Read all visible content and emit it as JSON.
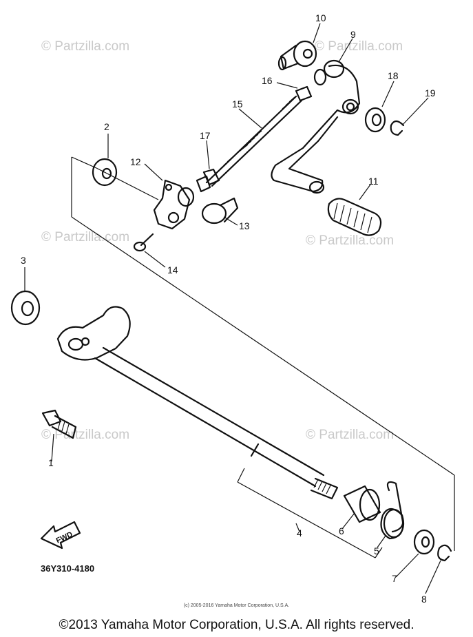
{
  "watermark": "© Partzilla.com",
  "callouts": [
    "1",
    "2",
    "3",
    "4",
    "5",
    "6",
    "7",
    "8",
    "9",
    "10",
    "11",
    "12",
    "13",
    "14",
    "15",
    "16",
    "17",
    "18",
    "19"
  ],
  "fwd_label": "FWD",
  "diagram_code": "36Y310-4180",
  "small_copyright": "(c) 2005-2016 Yamaha Motor Corporation, U.S.A.",
  "footer": "©2013 Yamaha Motor Corporation, U.S.A. All rights reserved."
}
